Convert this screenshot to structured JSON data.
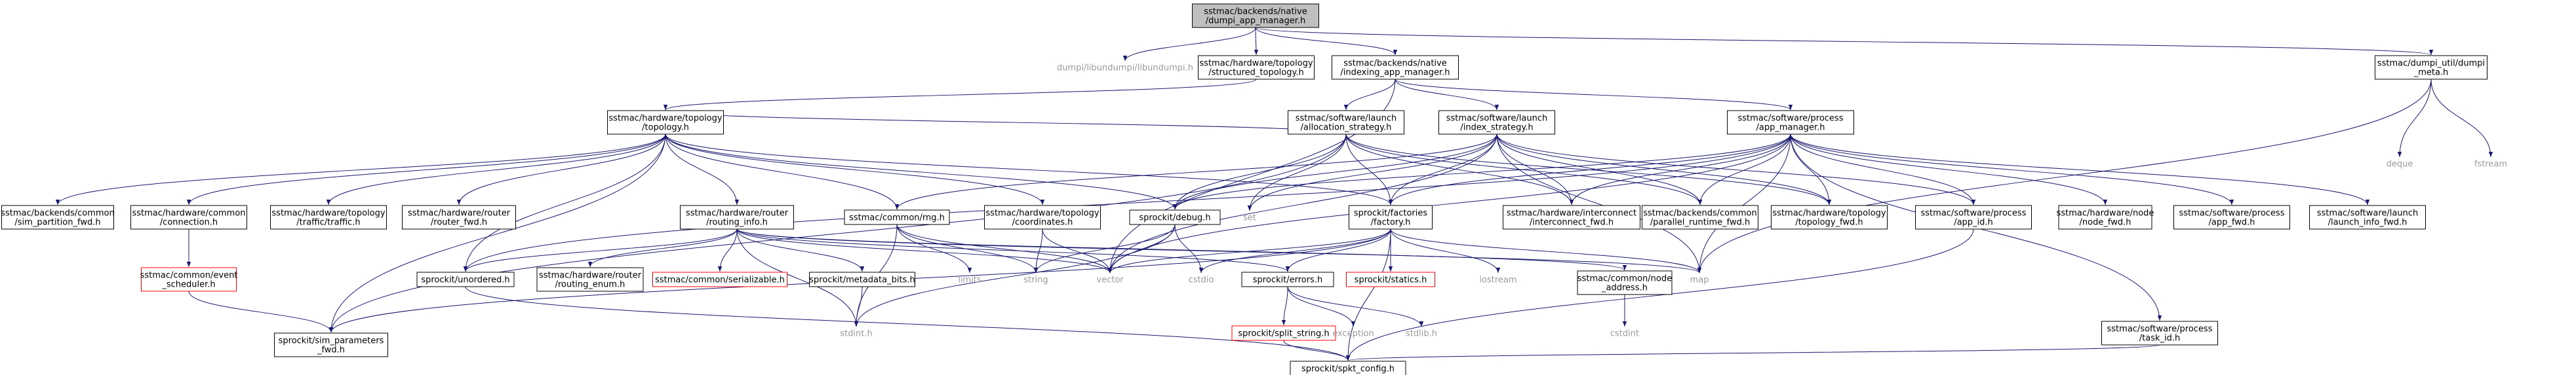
{
  "graph": {
    "colors": {
      "root_fill": "#bfbfbf",
      "border": "#000000",
      "missing_border": "#ff0000",
      "plain_text": "#9a9a9a",
      "edge": "#191970"
    },
    "nodes": [
      {
        "id": "root",
        "kind": "root",
        "lines": [
          "sstmac/backends/native",
          "/dumpi_app_manager.h"
        ]
      },
      {
        "id": "dumpilib",
        "kind": "plain",
        "lines": [
          "dumpi/libundumpi/libundumpi.h"
        ]
      },
      {
        "id": "structtop",
        "kind": "box",
        "lines": [
          "sstmac/hardware/topology",
          "/structured_topology.h"
        ]
      },
      {
        "id": "indexing",
        "kind": "box",
        "lines": [
          "sstmac/backends/native",
          "/indexing_app_manager.h"
        ]
      },
      {
        "id": "dumpimeta",
        "kind": "box",
        "lines": [
          "sstmac/dumpi_util/dumpi",
          "_meta.h"
        ]
      },
      {
        "id": "topology",
        "kind": "box",
        "lines": [
          "sstmac/hardware/topology",
          "/topology.h"
        ]
      },
      {
        "id": "alloc",
        "kind": "box",
        "lines": [
          "sstmac/software/launch",
          "/allocation_strategy.h"
        ]
      },
      {
        "id": "index",
        "kind": "box",
        "lines": [
          "sstmac/software/launch",
          "/index_strategy.h"
        ]
      },
      {
        "id": "appman",
        "kind": "box",
        "lines": [
          "sstmac/software/process",
          "/app_manager.h"
        ]
      },
      {
        "id": "deque",
        "kind": "plain",
        "lines": [
          "deque"
        ]
      },
      {
        "id": "fstream",
        "kind": "plain",
        "lines": [
          "fstream"
        ]
      },
      {
        "id": "simpart",
        "kind": "box",
        "lines": [
          "sstmac/backends/common",
          "/sim_partition_fwd.h"
        ]
      },
      {
        "id": "connection",
        "kind": "box",
        "lines": [
          "sstmac/hardware/common",
          "/connection.h"
        ]
      },
      {
        "id": "traffic",
        "kind": "box",
        "lines": [
          "sstmac/hardware/topology",
          "/traffic/traffic.h"
        ]
      },
      {
        "id": "routerfwd",
        "kind": "box",
        "lines": [
          "sstmac/hardware/router",
          "/router_fwd.h"
        ]
      },
      {
        "id": "routinginfo",
        "kind": "box",
        "lines": [
          "sstmac/hardware/router",
          "/routing_info.h"
        ]
      },
      {
        "id": "rng",
        "kind": "box",
        "lines": [
          "sstmac/common/rng.h"
        ]
      },
      {
        "id": "coords",
        "kind": "box",
        "lines": [
          "sstmac/hardware/topology",
          "/coordinates.h"
        ]
      },
      {
        "id": "debug",
        "kind": "box",
        "lines": [
          "sprockit/debug.h"
        ]
      },
      {
        "id": "set",
        "kind": "plain",
        "lines": [
          "set"
        ]
      },
      {
        "id": "factory",
        "kind": "box",
        "lines": [
          "sprockit/factories",
          "/factory.h"
        ]
      },
      {
        "id": "interconn",
        "kind": "box",
        "lines": [
          "sstmac/hardware/interconnect",
          "/interconnect_fwd.h"
        ]
      },
      {
        "id": "parallel",
        "kind": "box",
        "lines": [
          "sstmac/backends/common",
          "/parallel_runtime_fwd.h"
        ]
      },
      {
        "id": "topofwd",
        "kind": "box",
        "lines": [
          "sstmac/hardware/topology",
          "/topology_fwd.h"
        ]
      },
      {
        "id": "appid",
        "kind": "box",
        "lines": [
          "sstmac/software/process",
          "/app_id.h"
        ]
      },
      {
        "id": "nodefwd",
        "kind": "box",
        "lines": [
          "sstmac/hardware/node",
          "/node_fwd.h"
        ]
      },
      {
        "id": "appfwd",
        "kind": "box",
        "lines": [
          "sstmac/software/process",
          "/app_fwd.h"
        ]
      },
      {
        "id": "launchinfo",
        "kind": "box",
        "lines": [
          "sstmac/software/launch",
          "/launch_info_fwd.h"
        ]
      },
      {
        "id": "evsched",
        "kind": "missing",
        "lines": [
          "sstmac/common/event",
          "_scheduler.h"
        ]
      },
      {
        "id": "unordered",
        "kind": "box",
        "lines": [
          "sprockit/unordered.h"
        ]
      },
      {
        "id": "routingenum",
        "kind": "box",
        "lines": [
          "sstmac/hardware/router",
          "/routing_enum.h"
        ]
      },
      {
        "id": "serializable",
        "kind": "missing",
        "lines": [
          "sstmac/common/serializable.h"
        ]
      },
      {
        "id": "metadata",
        "kind": "box",
        "lines": [
          "sprockit/metadata_bits.h"
        ]
      },
      {
        "id": "limits",
        "kind": "plain",
        "lines": [
          "limits"
        ]
      },
      {
        "id": "string",
        "kind": "plain",
        "lines": [
          "string"
        ]
      },
      {
        "id": "vector",
        "kind": "plain",
        "lines": [
          "vector"
        ]
      },
      {
        "id": "cstdio",
        "kind": "plain",
        "lines": [
          "cstdio"
        ]
      },
      {
        "id": "errors",
        "kind": "box",
        "lines": [
          "sprockit/errors.h"
        ]
      },
      {
        "id": "statics",
        "kind": "missing",
        "lines": [
          "sprockit/statics.h"
        ]
      },
      {
        "id": "iostream",
        "kind": "plain",
        "lines": [
          "iostream"
        ]
      },
      {
        "id": "nodeaddr",
        "kind": "box",
        "lines": [
          "sstmac/common/node",
          "_address.h"
        ]
      },
      {
        "id": "map",
        "kind": "plain",
        "lines": [
          "map"
        ]
      },
      {
        "id": "simparams",
        "kind": "box",
        "lines": [
          "sprockit/sim_parameters",
          "_fwd.h"
        ]
      },
      {
        "id": "splitstring",
        "kind": "missing",
        "lines": [
          "sprockit/split_string.h"
        ]
      },
      {
        "id": "exception",
        "kind": "plain",
        "lines": [
          "exception"
        ]
      },
      {
        "id": "stdlib",
        "kind": "plain",
        "lines": [
          "stdlib.h"
        ]
      },
      {
        "id": "cstdint",
        "kind": "plain",
        "lines": [
          "cstdint"
        ]
      },
      {
        "id": "stdint",
        "kind": "plain",
        "lines": [
          "stdint.h"
        ]
      },
      {
        "id": "taskid",
        "kind": "box",
        "lines": [
          "sstmac/software/process",
          "/task_id.h"
        ]
      },
      {
        "id": "spktconfig",
        "kind": "box",
        "lines": [
          "sprockit/spkt_config.h"
        ]
      }
    ],
    "edges": [
      [
        "root",
        "dumpilib"
      ],
      [
        "root",
        "structtop"
      ],
      [
        "root",
        "indexing"
      ],
      [
        "root",
        "dumpimeta"
      ],
      [
        "structtop",
        "topology"
      ],
      [
        "indexing",
        "alloc"
      ],
      [
        "indexing",
        "index"
      ],
      [
        "indexing",
        "appman"
      ],
      [
        "indexing",
        "vector"
      ],
      [
        "dumpimeta",
        "deque"
      ],
      [
        "dumpimeta",
        "fstream"
      ],
      [
        "dumpimeta",
        "map"
      ],
      [
        "topology",
        "simpart"
      ],
      [
        "topology",
        "connection"
      ],
      [
        "topology",
        "traffic"
      ],
      [
        "topology",
        "routerfwd"
      ],
      [
        "topology",
        "routinginfo"
      ],
      [
        "topology",
        "rng"
      ],
      [
        "topology",
        "coords"
      ],
      [
        "topology",
        "debug"
      ],
      [
        "topology",
        "factory"
      ],
      [
        "topology",
        "unordered"
      ],
      [
        "topology",
        "simparams"
      ],
      [
        "alloc",
        "topology"
      ],
      [
        "alloc",
        "debug"
      ],
      [
        "alloc",
        "set"
      ],
      [
        "alloc",
        "factory"
      ],
      [
        "alloc",
        "interconn"
      ],
      [
        "alloc",
        "parallel"
      ],
      [
        "alloc",
        "topofwd"
      ],
      [
        "alloc",
        "simparams"
      ],
      [
        "index",
        "debug"
      ],
      [
        "index",
        "set"
      ],
      [
        "index",
        "factory"
      ],
      [
        "index",
        "interconn"
      ],
      [
        "index",
        "parallel"
      ],
      [
        "index",
        "topofwd"
      ],
      [
        "index",
        "appid"
      ],
      [
        "index",
        "vector"
      ],
      [
        "index",
        "map"
      ],
      [
        "index",
        "rng"
      ],
      [
        "appman",
        "debug"
      ],
      [
        "appman",
        "factory"
      ],
      [
        "appman",
        "interconn"
      ],
      [
        "appman",
        "parallel"
      ],
      [
        "appman",
        "topofwd"
      ],
      [
        "appman",
        "appid"
      ],
      [
        "appman",
        "nodefwd"
      ],
      [
        "appman",
        "appfwd"
      ],
      [
        "appman",
        "launchinfo"
      ],
      [
        "appman",
        "taskid"
      ],
      [
        "appman",
        "vector"
      ],
      [
        "appman",
        "map"
      ],
      [
        "appman",
        "unordered"
      ],
      [
        "connection",
        "evsched"
      ],
      [
        "evsched",
        "simparams"
      ],
      [
        "routinginfo",
        "unordered"
      ],
      [
        "routinginfo",
        "routingenum"
      ],
      [
        "routinginfo",
        "serializable"
      ],
      [
        "routinginfo",
        "metadata"
      ],
      [
        "routinginfo",
        "errors"
      ],
      [
        "routinginfo",
        "nodeaddr"
      ],
      [
        "routinginfo",
        "vector"
      ],
      [
        "routinginfo",
        "stdint"
      ],
      [
        "routinginfo",
        "map"
      ],
      [
        "rng",
        "limits"
      ],
      [
        "rng",
        "string"
      ],
      [
        "rng",
        "vector"
      ],
      [
        "rng",
        "stdint"
      ],
      [
        "coords",
        "string"
      ],
      [
        "coords",
        "vector"
      ],
      [
        "debug",
        "string"
      ],
      [
        "debug",
        "vector"
      ],
      [
        "debug",
        "cstdio"
      ],
      [
        "debug",
        "stdint"
      ],
      [
        "factory",
        "errors"
      ],
      [
        "factory",
        "statics"
      ],
      [
        "factory",
        "iostream"
      ],
      [
        "factory",
        "map"
      ],
      [
        "factory",
        "vector"
      ],
      [
        "factory",
        "cstdio"
      ],
      [
        "factory",
        "simparams"
      ],
      [
        "factory",
        "spktconfig"
      ],
      [
        "unordered",
        "spktconfig"
      ],
      [
        "metadata",
        "stdint"
      ],
      [
        "errors",
        "splitstring"
      ],
      [
        "errors",
        "exception"
      ],
      [
        "errors",
        "stdlib"
      ],
      [
        "splitstring",
        "spktconfig"
      ],
      [
        "nodeaddr",
        "cstdint"
      ],
      [
        "appid",
        "spktconfig"
      ],
      [
        "taskid",
        "spktconfig"
      ]
    ]
  }
}
